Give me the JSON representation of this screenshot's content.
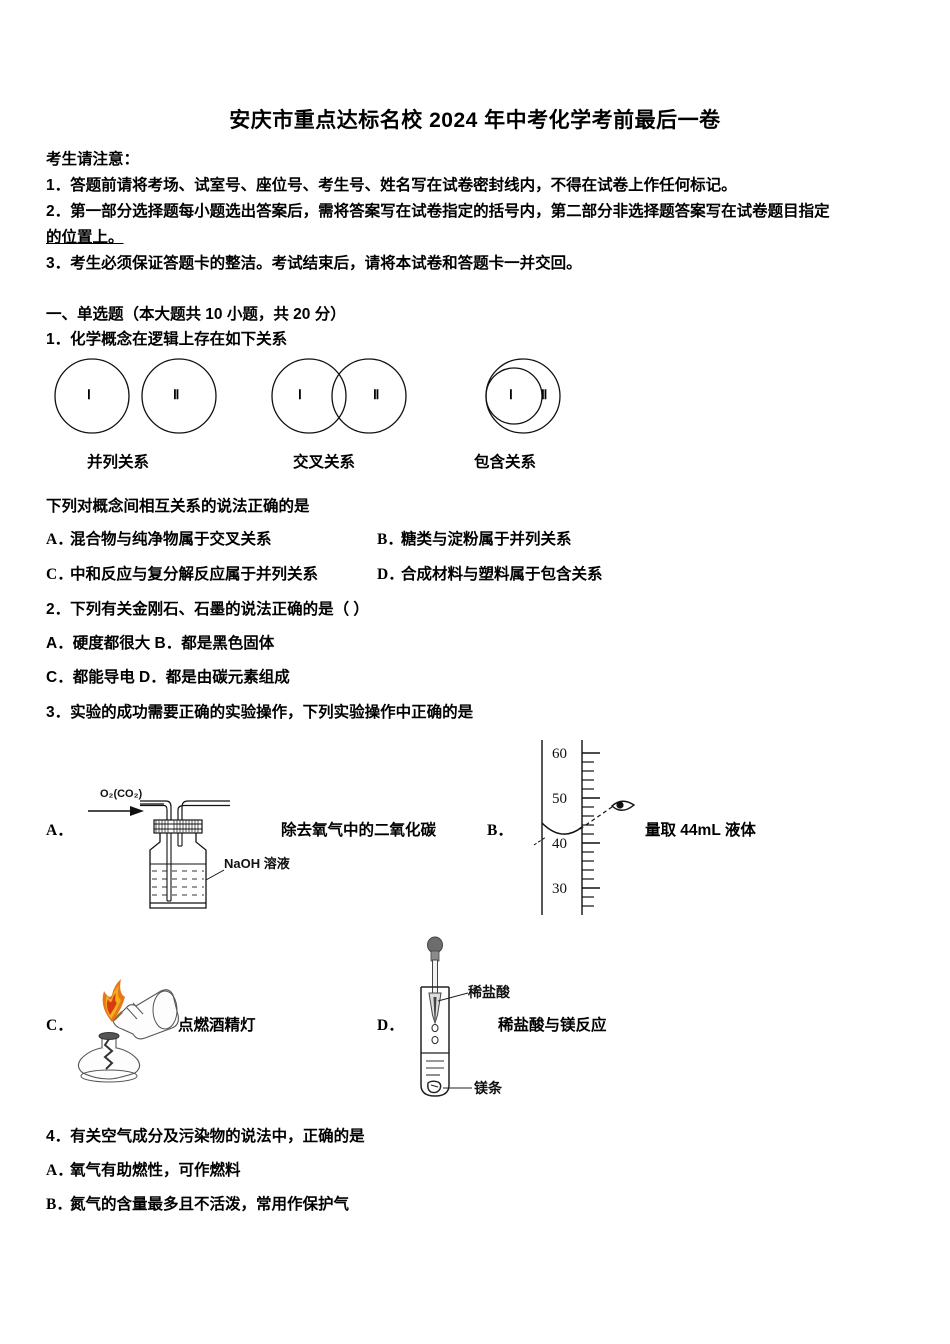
{
  "document": {
    "title": "安庆市重点达标名校 2024 年中考化学考前最后一卷",
    "notice_heading": "考生请注意：",
    "notice_items": [
      "1．答题前请将考场、试室号、座位号、考生号、姓名写在试卷密封线内，不得在试卷上作任何标记。",
      "2．第一部分选择题每小题选出答案后，需将答案写在试卷指定的括号内，第二部分非选择题答案写在试卷题目指定",
      "的位置上。",
      "3．考生必须保证答题卡的整洁。考试结束后，请将本试卷和答题卡一并交回。"
    ]
  },
  "section": {
    "heading": "一、单选题（本大题共 10 小题，共 20 分）"
  },
  "q1": {
    "stem": "1．化学概念在逻辑上存在如下关系",
    "diagram_labels": {
      "roman_1": "Ⅰ",
      "roman_2": "Ⅱ",
      "parallel": "并列关系",
      "intersect": "交叉关系",
      "contain": "包含关系"
    },
    "sub_stem": "下列对概念间相互关系的说法正确的是",
    "options": [
      {
        "letter": "A．",
        "text": "混合物与纯净物属于交叉关系"
      },
      {
        "letter": "B．",
        "text": "糖类与淀粉属于并列关系"
      },
      {
        "letter": "C．",
        "text": "中和反应与复分解反应属于并列关系"
      },
      {
        "letter": "D．",
        "text": "合成材料与塑料属于包含关系"
      }
    ]
  },
  "q2": {
    "stem": "2．下列有关金刚石、石墨的说法正确的是（  ）",
    "line1": "A．硬度都很大   B．都是黑色固体",
    "line2": "C．都能导电   D．都是由碳元素组成"
  },
  "q3": {
    "stem": "3．实验的成功需要正确的实验操作，下列实验操作中正确的是",
    "options": {
      "a": {
        "letter": "A．",
        "caption": "除去氧气中的二氧化碳",
        "gas_label": "O₂(CO₂)",
        "solution_label": "NaOH 溶液"
      },
      "b": {
        "letter": "B．",
        "caption": "量取 44mL 液体",
        "scale_ticks": [
          "60",
          "50",
          "40",
          "30"
        ]
      },
      "c": {
        "letter": "C．",
        "caption": "点燃酒精灯",
        "flame_color": "#e8771a"
      },
      "d": {
        "letter": "D．",
        "caption": "稀盐酸与镁反应",
        "acid_label": "稀盐酸",
        "magnesium_label": "镁条"
      }
    }
  },
  "q4": {
    "stem": "4．有关空气成分及污染物的说法中，正确的是",
    "options": [
      {
        "letter": "A．",
        "text": "氧气有助燃性，可作燃料"
      },
      {
        "letter": "B．",
        "text": "氮气的含量最多且不活泼，常用作保护气"
      }
    ]
  }
}
